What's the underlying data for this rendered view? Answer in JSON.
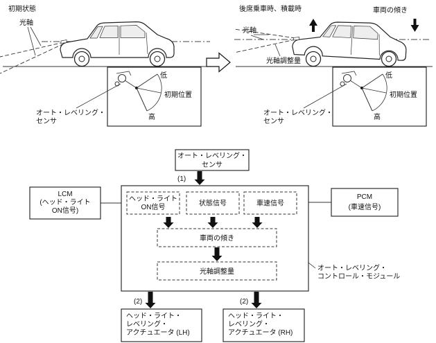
{
  "scene_initial": {
    "title": "初期状態",
    "axis": "光軸",
    "sensor_caption_1": "オート・レベリング・",
    "sensor_caption_2": "センサ",
    "low": "低",
    "initial_position": "初期位置",
    "high": "高"
  },
  "scene_loaded": {
    "title": "後席乗車時、積載時",
    "tilt": "車両の傾き",
    "axis": "光軸",
    "adjustment": "光軸調整量",
    "sensor_caption_1": "オート・レベリング・",
    "sensor_caption_2": "センサ",
    "low": "低",
    "initial_position": "初期位置",
    "high": "高"
  },
  "flow": {
    "sensor_box_line1": "オート・レベリング・",
    "sensor_box_line2": "センサ",
    "step1": "(1)",
    "lcm_line1": "LCM",
    "lcm_line2": "(ヘッド・ライト",
    "lcm_line3": "ON信号)",
    "pcm_line1": "PCM",
    "pcm_line2": "(車速信号)",
    "input_headlight_line1": "ヘッド・ライト",
    "input_headlight_line2": "ON信号",
    "input_status": "状態信号",
    "input_speed": "車速信号",
    "tilt_box": "車両の傾き",
    "adjustment_box": "光軸調整量",
    "module_label_line1": "オート・レベリング・",
    "module_label_line2": "コントロール・モジュール",
    "step2_left": "(2)",
    "step2_right": "(2)",
    "actuator_lh_line1": "ヘッド・ライト・",
    "actuator_lh_line2": "レベリング・",
    "actuator_lh_line3": "アクチュエータ (LH)",
    "actuator_rh_line1": "ヘッド・ライト・",
    "actuator_rh_line2": "レベリング・",
    "actuator_rh_line3": "アクチュエータ (RH)"
  }
}
